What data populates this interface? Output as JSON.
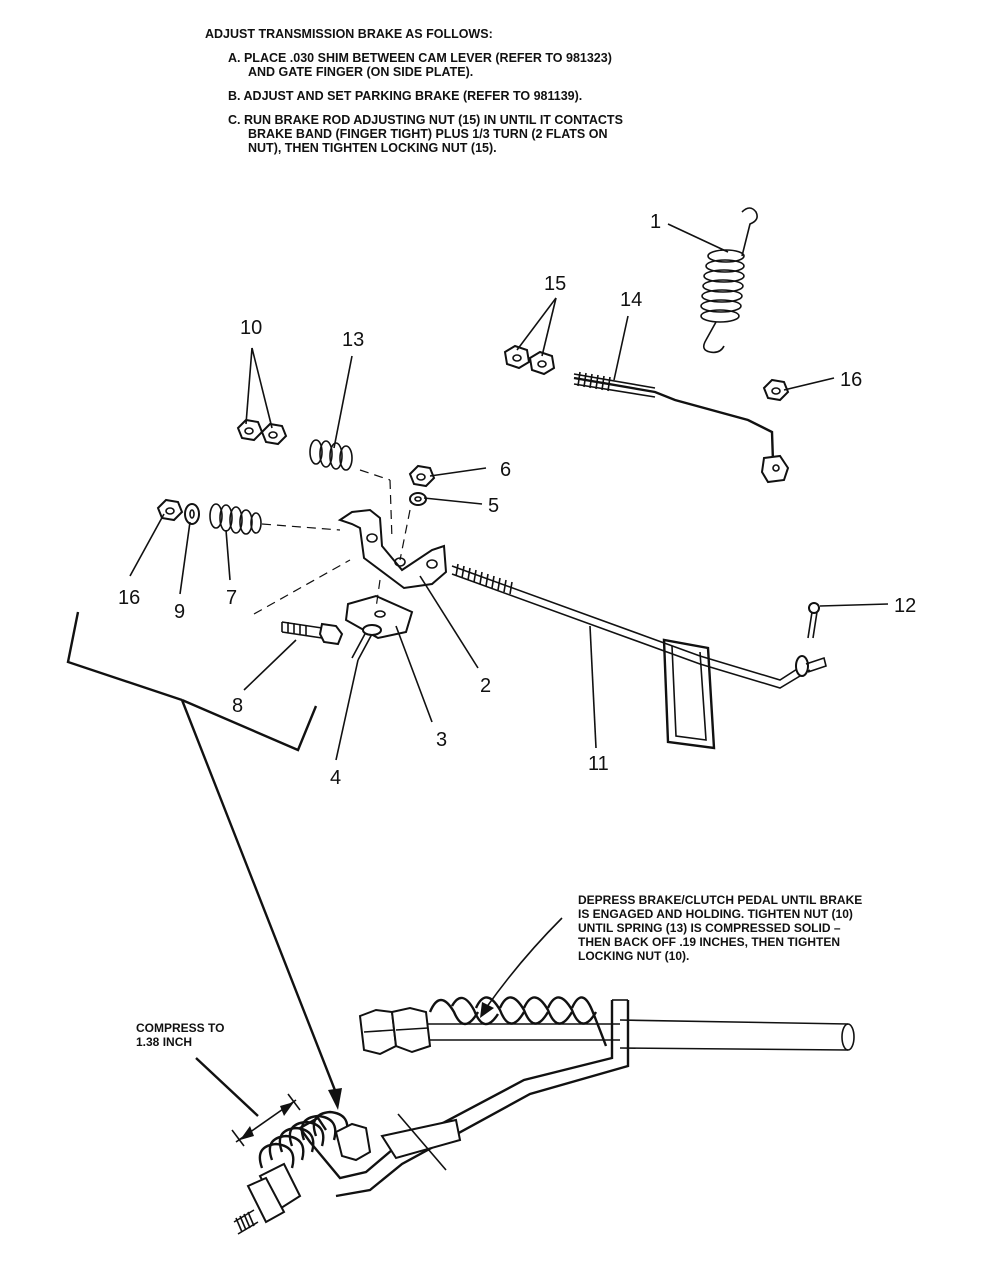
{
  "instructions": {
    "heading": "ADJUST TRANSMISSION BRAKE AS FOLLOWS:",
    "step_a": [
      "A.  PLACE .030 SHIM BETWEEN CAM LEVER (REFER TO 981323)",
      "AND GATE FINGER (ON SIDE PLATE)."
    ],
    "step_b": [
      "B.  ADJUST AND SET PARKING BRAKE (REFER TO 981139)."
    ],
    "step_c": [
      "C.  RUN BRAKE ROD ADJUSTING NUT (15) IN UNTIL IT CONTACTS",
      "BRAKE BAND (FINGER TIGHT) PLUS 1/3 TURN (2 FLATS ON",
      "NUT), THEN TIGHTEN LOCKING NUT (15)."
    ]
  },
  "callouts": [
    "1",
    "2",
    "3",
    "4",
    "5",
    "6",
    "7",
    "8",
    "9",
    "10",
    "11",
    "12",
    "13",
    "14",
    "15",
    "16",
    "16"
  ],
  "detail_note": [
    "DEPRESS BRAKE/CLUTCH PEDAL UNTIL BRAKE",
    "IS ENGAGED AND HOLDING.  TIGHTEN NUT (10)",
    "UNTIL SPRING (13) IS COMPRESSED SOLID –",
    "THEN BACK OFF .19 INCHES, THEN TIGHTEN",
    "LOCKING  NUT (10)."
  ],
  "compress_note": [
    "COMPRESS TO",
    "1.38 INCH"
  ]
}
